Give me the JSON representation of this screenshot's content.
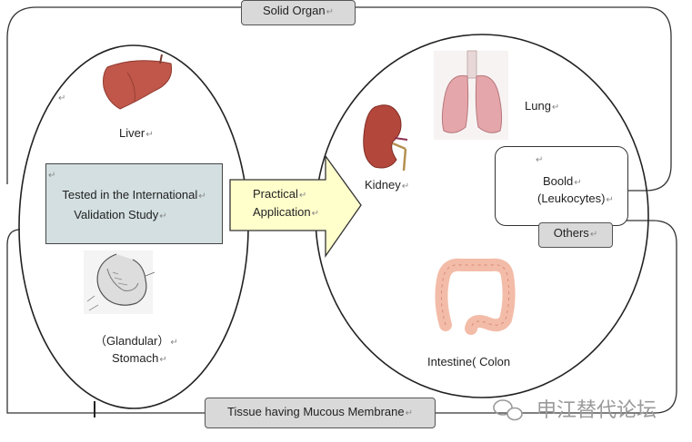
{
  "groups": {
    "solid_organ": "Solid Organ",
    "mucous": "Tissue having Mucous Membrane",
    "others": "Others"
  },
  "left_panel": {
    "liver": "Liver",
    "validation_line1": "Tested in the International",
    "validation_line2": "Validation Study",
    "stomach_line1": "（Glandular）",
    "stomach_line2": "Stomach"
  },
  "arrow": {
    "line1": "Practical",
    "line2": "Application"
  },
  "right_panel": {
    "lung": "Lung",
    "kidney": "Kidney",
    "blood_line1": "Boold",
    "blood_line2": "(Leukocytes)",
    "intestine": "Intestine(   Colon"
  },
  "paragraph_mark": "↵",
  "watermark": "申江替代论坛",
  "colors": {
    "validation_fill": "#d3dfe0",
    "arrow_fill": "#ffffcc",
    "tag_fill": "#d9d9d9",
    "organ_red": "#c0574a"
  },
  "icons": [
    "liver-icon",
    "stomach-icon",
    "lung-icon",
    "kidney-icon",
    "blood-tube-icon",
    "intestine-icon",
    "wechat-icon"
  ]
}
